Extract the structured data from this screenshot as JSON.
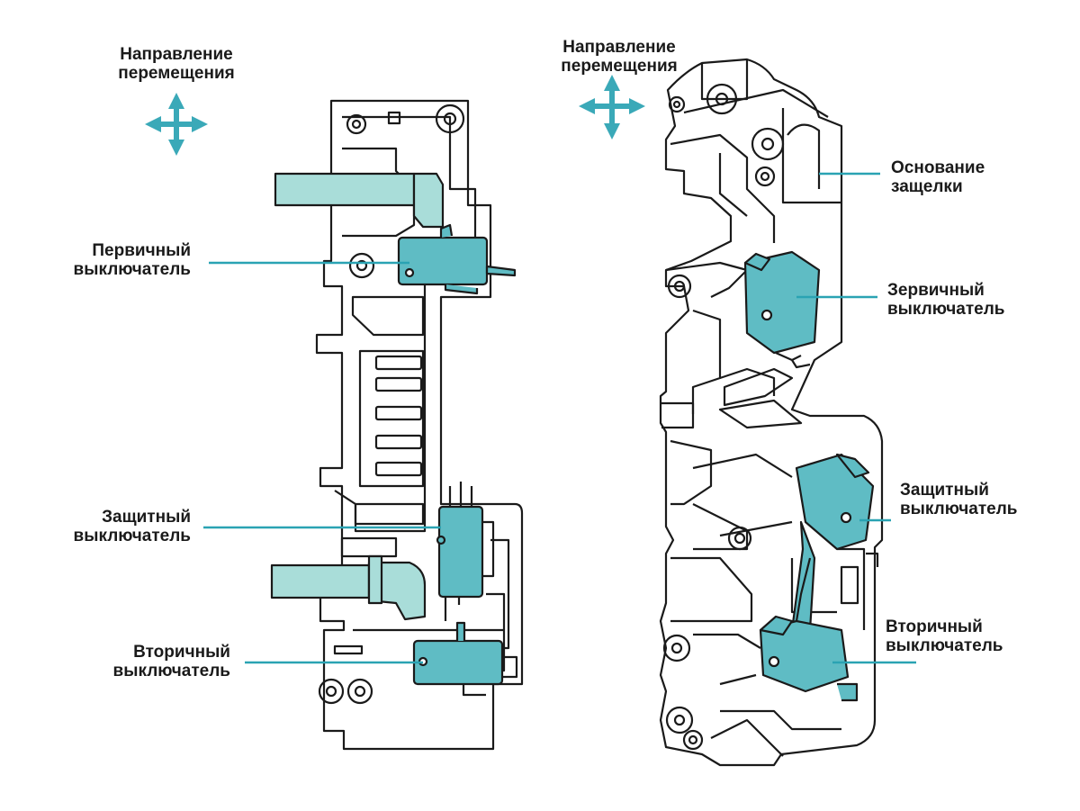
{
  "colors": {
    "accent": "#3aa9b8",
    "fill_switch": "#5fbcc4",
    "fill_light": "#a9ddd9",
    "line": "#1a1a1a",
    "leader": "#2aa3b3"
  },
  "left_diagram": {
    "direction": {
      "line1": "Направление",
      "line2": "перемещения",
      "icon": "four-way-arrow-icon"
    },
    "primary_switch": {
      "line1": "Первичный",
      "line2": "выключатель"
    },
    "monitor_switch": {
      "line1": "Защитный",
      "line2": "выключатель"
    },
    "secondary_switch": {
      "line1": "Вторичный",
      "line2": "выключатель"
    }
  },
  "right_diagram": {
    "direction": {
      "line1": "Направление",
      "line2": "перемещения",
      "icon": "four-way-arrow-icon"
    },
    "latch_base": {
      "line1": "Основание",
      "line2": "защелки"
    },
    "primary_switch": {
      "line1": "Зервичный",
      "line2": "выключатель"
    },
    "monitor_switch": {
      "line1": "Защитный",
      "line2": "выключатель"
    },
    "secondary_switch": {
      "line1": "Вторичный",
      "line2": "выключатель"
    }
  }
}
